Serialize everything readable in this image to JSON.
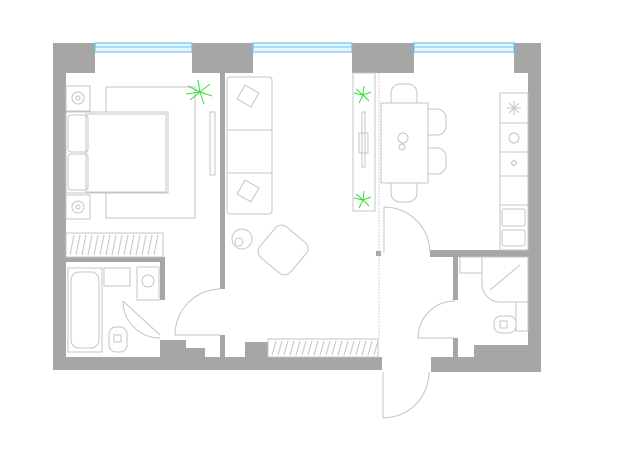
{
  "plan": {
    "colors": {
      "wall": "#a6a6a6",
      "window": "#6cc6ec",
      "furniture": "#c4c4c4",
      "plant": "#36e036"
    },
    "rooms": [
      "bedroom",
      "bathroom",
      "living-room",
      "kitchen-dining",
      "hallway",
      "shower-room"
    ]
  }
}
